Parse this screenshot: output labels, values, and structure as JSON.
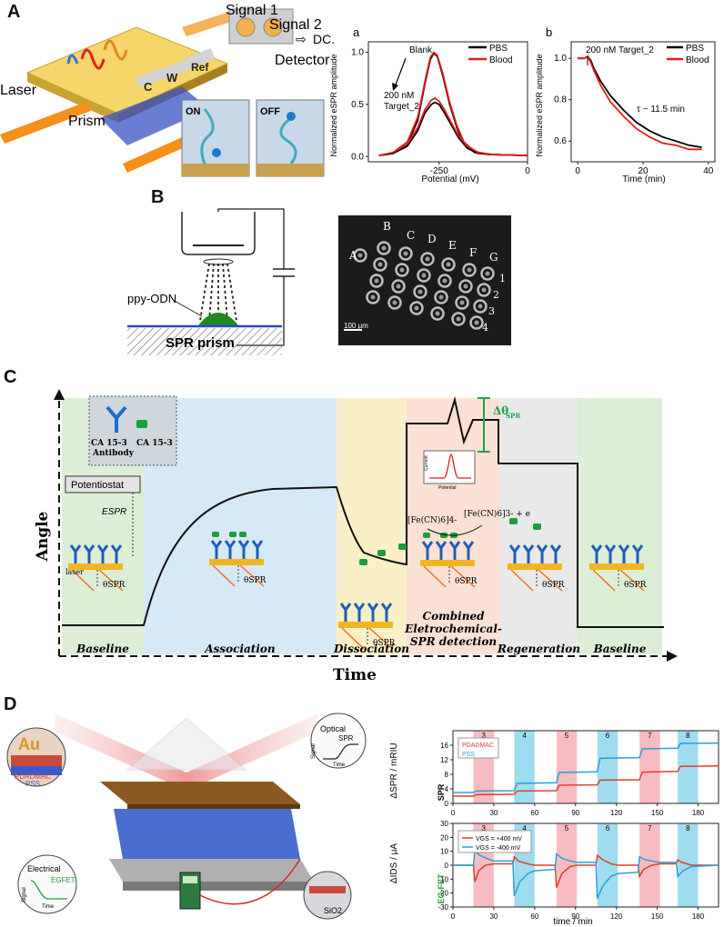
{
  "panels": {
    "A": {
      "letter": "A",
      "schematic": {
        "signal1": "Signal 1",
        "signal2": "Signal 2",
        "dc": "DC.",
        "detector": "Detector",
        "laser": "Laser",
        "prism": "Prism",
        "electrodes": [
          "C",
          "W",
          "Ref"
        ],
        "state_on": "ON",
        "state_off": "OFF"
      },
      "chart_a": {
        "sublabel": "a",
        "type": "line",
        "xlabel": "Potential (mV)",
        "ylabel": "Normalized eSPR amplitude",
        "xlim": [
          -450,
          0
        ],
        "ylim": [
          -0.05,
          1.1
        ],
        "xticks": [
          -250,
          0
        ],
        "yticks": [
          0.0,
          0.5,
          1.0
        ],
        "annotations": [
          "Blank",
          "200 nM",
          "Target_2"
        ],
        "series": [
          {
            "name": "PBS",
            "color": "#000000",
            "points": [
              [
                -420,
                0.01
              ],
              [
                -380,
                0.03
              ],
              [
                -340,
                0.12
              ],
              [
                -310,
                0.35
              ],
              [
                -290,
                0.7
              ],
              [
                -275,
                0.93
              ],
              [
                -265,
                0.99
              ],
              [
                -255,
                0.96
              ],
              [
                -240,
                0.78
              ],
              [
                -220,
                0.5
              ],
              [
                -200,
                0.28
              ],
              [
                -180,
                0.12
              ],
              [
                -150,
                0.04
              ],
              [
                -110,
                0.02
              ],
              [
                0,
                0.01
              ]
            ]
          },
          {
            "name": "Blood",
            "color": "#e01e1e",
            "points": [
              [
                -420,
                0.01
              ],
              [
                -380,
                0.04
              ],
              [
                -340,
                0.14
              ],
              [
                -310,
                0.38
              ],
              [
                -290,
                0.72
              ],
              [
                -275,
                0.95
              ],
              [
                -265,
                1.0
              ],
              [
                -255,
                0.97
              ],
              [
                -240,
                0.8
              ],
              [
                -220,
                0.52
              ],
              [
                -200,
                0.3
              ],
              [
                -180,
                0.14
              ],
              [
                -150,
                0.05
              ],
              [
                -110,
                0.02
              ],
              [
                0,
                0.01
              ]
            ]
          },
          {
            "name": "",
            "color": "#000000",
            "points": [
              [
                -420,
                0.01
              ],
              [
                -380,
                0.03
              ],
              [
                -340,
                0.1
              ],
              [
                -310,
                0.25
              ],
              [
                -290,
                0.42
              ],
              [
                -272,
                0.5
              ],
              [
                -262,
                0.52
              ],
              [
                -250,
                0.5
              ],
              [
                -235,
                0.42
              ],
              [
                -215,
                0.3
              ],
              [
                -195,
                0.18
              ],
              [
                -170,
                0.08
              ],
              [
                -140,
                0.03
              ],
              [
                -100,
                0.02
              ],
              [
                0,
                0.01
              ]
            ]
          },
          {
            "name": "",
            "color": "#e01e1e",
            "points": [
              [
                -420,
                0.01
              ],
              [
                -380,
                0.04
              ],
              [
                -340,
                0.12
              ],
              [
                -310,
                0.28
              ],
              [
                -290,
                0.45
              ],
              [
                -272,
                0.54
              ],
              [
                -262,
                0.56
              ],
              [
                -250,
                0.53
              ],
              [
                -235,
                0.45
              ],
              [
                -215,
                0.32
              ],
              [
                -195,
                0.2
              ],
              [
                -170,
                0.1
              ],
              [
                -140,
                0.04
              ],
              [
                -100,
                0.02
              ],
              [
                0,
                0.01
              ]
            ]
          }
        ]
      },
      "chart_b": {
        "sublabel": "b",
        "type": "line",
        "xlabel": "Time (min)",
        "ylabel": "Normalized eSPR amplitude",
        "xlim": [
          -2,
          42
        ],
        "ylim": [
          0.5,
          1.08
        ],
        "xticks": [
          0,
          20,
          40
        ],
        "yticks": [
          0.6,
          0.8,
          1.0
        ],
        "annotations": [
          "200 nM Target_2",
          "τ ~ 11.5 min"
        ],
        "series": [
          {
            "name": "PBS",
            "color": "#000000",
            "points": [
              [
                0,
                1.0
              ],
              [
                2,
                1.0
              ],
              [
                3,
                1.01
              ],
              [
                4,
                0.99
              ],
              [
                5,
                0.95
              ],
              [
                7,
                0.89
              ],
              [
                10,
                0.82
              ],
              [
                14,
                0.75
              ],
              [
                18,
                0.69
              ],
              [
                22,
                0.65
              ],
              [
                26,
                0.62
              ],
              [
                30,
                0.6
              ],
              [
                34,
                0.58
              ],
              [
                38,
                0.57
              ]
            ]
          },
          {
            "name": "Blood",
            "color": "#e01e1e",
            "points": [
              [
                0,
                1.0
              ],
              [
                2,
                1.0
              ],
              [
                3,
                1.01
              ],
              [
                4,
                0.98
              ],
              [
                5,
                0.94
              ],
              [
                7,
                0.87
              ],
              [
                10,
                0.79
              ],
              [
                14,
                0.72
              ],
              [
                18,
                0.66
              ],
              [
                22,
                0.62
              ],
              [
                26,
                0.59
              ],
              [
                30,
                0.58
              ],
              [
                34,
                0.56
              ],
              [
                38,
                0.56
              ]
            ]
          }
        ]
      }
    },
    "B": {
      "letter": "B",
      "label_ppy": "ppy-ODN",
      "label_prism": "SPR prism",
      "micro_columns": [
        "A",
        "B",
        "C",
        "D",
        "E",
        "F",
        "G"
      ],
      "micro_rows": [
        "1",
        "2",
        "3",
        "4"
      ],
      "scale_bar": "100 μm"
    },
    "C": {
      "letter": "C",
      "ylabel": "Angle",
      "xlabel": "Time",
      "legend_antibody": "CA 15-3\nAntibody",
      "legend_antigen": "CA 15-3",
      "potentiostat": "Potentiostat",
      "espr": "ESPR",
      "laser": "laser",
      "theta": "θSPR",
      "delta_theta": "Δθ",
      "delta_theta_sub": "SPR",
      "redox_left": "[Fe(CN)6]4-",
      "redox_right": "[Fe(CN)6]3- + e",
      "inset_ylabel": "Current",
      "inset_xlabel": "Potential",
      "phases": [
        {
          "name": "Baseline",
          "color": "#dcefd6"
        },
        {
          "name": "Association",
          "color": "#d6e9f7"
        },
        {
          "name": "Dissociation",
          "color": "#fbefc8"
        },
        {
          "name": "Combined\nEletrochemical-\nSPR detection",
          "color": "#fbe1d4"
        },
        {
          "name": "Regeneration",
          "color": "#e9e9e9"
        },
        {
          "name": "Baseline",
          "color": "#dcefd6"
        }
      ]
    },
    "D": {
      "letter": "D",
      "schematic": {
        "au": "Au",
        "pdadmac": "PDADMAC",
        "pss": "PSS",
        "optical": "Optical",
        "spr": "SPR",
        "electrical": "Electrical",
        "egfet": "EGFET",
        "signal": "Signal",
        "time": "Time",
        "sio2": "SiO2"
      },
      "chart_spr": {
        "type": "line",
        "ylabel": "ΔSPR / mRIU",
        "side_label": "SPR",
        "xlim": [
          0,
          195
        ],
        "ylim": [
          0,
          20
        ],
        "xticks": [
          0,
          30,
          60,
          90,
          120,
          150,
          180
        ],
        "yticks": [
          0,
          4,
          8,
          12,
          16
        ],
        "legend": [
          "PDADMAC",
          "PSS"
        ],
        "bands": [
          {
            "label": "3",
            "x0": 15,
            "x1": 30,
            "color": "#f7bcc2"
          },
          {
            "label": "4",
            "x0": 45,
            "x1": 60,
            "color": "#9fdcef"
          },
          {
            "label": "5",
            "x0": 76,
            "x1": 91,
            "color": "#f7bcc2"
          },
          {
            "label": "6",
            "x0": 106,
            "x1": 121,
            "color": "#9fdcef"
          },
          {
            "label": "7",
            "x0": 137,
            "x1": 152,
            "color": "#f7bcc2"
          },
          {
            "label": "8",
            "x0": 165,
            "x1": 180,
            "color": "#9fdcef"
          }
        ],
        "series": [
          {
            "name": "PDADMAC",
            "color": "#e0402a",
            "points": [
              [
                0,
                2
              ],
              [
                15,
                2
              ],
              [
                17,
                2.4
              ],
              [
                45,
                2.5
              ],
              [
                47,
                3.4
              ],
              [
                76,
                3.5
              ],
              [
                78,
                5
              ],
              [
                106,
                5.1
              ],
              [
                108,
                6.4
              ],
              [
                137,
                6.5
              ],
              [
                139,
                8.6
              ],
              [
                165,
                8.8
              ],
              [
                167,
                10.2
              ],
              [
                195,
                10.3
              ]
            ]
          },
          {
            "name": "PSS",
            "color": "#2a9fd8",
            "points": [
              [
                0,
                3
              ],
              [
                15,
                3
              ],
              [
                17,
                3.4
              ],
              [
                45,
                3.5
              ],
              [
                47,
                5.5
              ],
              [
                76,
                5.7
              ],
              [
                78,
                8.5
              ],
              [
                106,
                8.7
              ],
              [
                108,
                12.4
              ],
              [
                137,
                12.6
              ],
              [
                139,
                15
              ],
              [
                165,
                15.2
              ],
              [
                167,
                16.5
              ],
              [
                195,
                16.6
              ]
            ]
          }
        ]
      },
      "chart_egfet": {
        "type": "line",
        "ylabel": "ΔIDS / μA",
        "side_label": "EG-FET",
        "xlabel": "time / min",
        "xlim": [
          0,
          195
        ],
        "ylim": [
          -30,
          30
        ],
        "xticks": [
          0,
          30,
          60,
          90,
          120,
          150,
          180
        ],
        "yticks": [
          -30,
          -20,
          -10,
          0,
          10,
          20,
          30
        ],
        "legend": [
          "VGS = +400 mV",
          "VGS = -400 mV"
        ],
        "series": [
          {
            "name": "VGS = +400 mV",
            "color": "#e0402a",
            "points": [
              [
                0,
                0
              ],
              [
                15,
                0
              ],
              [
                16,
                -12
              ],
              [
                19,
                -4
              ],
              [
                24,
                0
              ],
              [
                30,
                1
              ],
              [
                44,
                1
              ],
              [
                45,
                6
              ],
              [
                48,
                3
              ],
              [
                55,
                1
              ],
              [
                60,
                0
              ],
              [
                75,
                0
              ],
              [
                76,
                -16
              ],
              [
                80,
                -6
              ],
              [
                86,
                -1
              ],
              [
                91,
                0
              ],
              [
                105,
                0
              ],
              [
                106,
                7
              ],
              [
                110,
                4
              ],
              [
                116,
                1
              ],
              [
                121,
                0
              ],
              [
                136,
                0
              ],
              [
                137,
                -8
              ],
              [
                140,
                -3
              ],
              [
                146,
                0
              ],
              [
                152,
                1
              ],
              [
                164,
                1
              ],
              [
                165,
                4
              ],
              [
                168,
                2
              ],
              [
                175,
                0
              ],
              [
                195,
                0
              ]
            ]
          },
          {
            "name": "VGS = -400 mV",
            "color": "#2a9fd8",
            "points": [
              [
                0,
                0
              ],
              [
                15,
                0
              ],
              [
                16,
                10
              ],
              [
                20,
                7
              ],
              [
                27,
                4
              ],
              [
                30,
                3
              ],
              [
                44,
                3
              ],
              [
                45,
                -22
              ],
              [
                49,
                -12
              ],
              [
                55,
                -6
              ],
              [
                60,
                -4
              ],
              [
                75,
                -3
              ],
              [
                76,
                8
              ],
              [
                80,
                5
              ],
              [
                86,
                3
              ],
              [
                91,
                2
              ],
              [
                105,
                2
              ],
              [
                106,
                -24
              ],
              [
                110,
                -15
              ],
              [
                116,
                -8
              ],
              [
                121,
                -6
              ],
              [
                136,
                -5
              ],
              [
                137,
                6
              ],
              [
                141,
                4
              ],
              [
                146,
                3
              ],
              [
                152,
                2
              ],
              [
                164,
                2
              ],
              [
                165,
                -8
              ],
              [
                169,
                -4
              ],
              [
                175,
                -1
              ],
              [
                195,
                0
              ]
            ]
          }
        ]
      }
    }
  }
}
